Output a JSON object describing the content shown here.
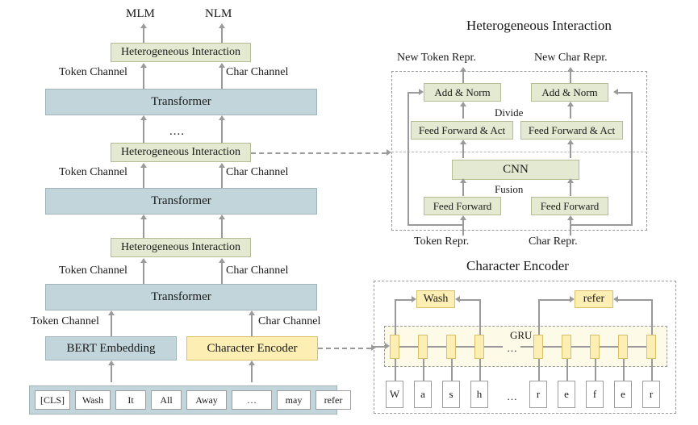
{
  "figure": {
    "type": "diagram",
    "description": "Model architecture diagram with a main stacked encoder on the left and two detail panels on the right"
  },
  "colors": {
    "transformer_fill": "#c2d5db",
    "interaction_fill": "#e3ead1",
    "char_fill": "#fdeeb3",
    "gru_panel_fill": "#fdfbe8",
    "line": "#9a9a9a",
    "text": "#1a1a1a"
  },
  "main": {
    "outputs": {
      "left": "MLM",
      "right": "NLM"
    },
    "channel_left": "Token Channel",
    "channel_right": "Char Channel",
    "interaction_label": "Heterogeneous Interaction",
    "transformer_label": "Transformer",
    "ellipsis": "....",
    "bert_label": "BERT Embedding",
    "char_encoder_label": "Character Encoder",
    "tokens": [
      "[CLS]",
      "Wash",
      "It",
      "All",
      "Away",
      "…",
      "may",
      "refer"
    ]
  },
  "interaction_panel": {
    "title": "Heterogeneous Interaction",
    "top_left": "New Token Repr.",
    "top_right": "New Char Repr.",
    "add_norm": "Add & Norm",
    "divide": "Divide",
    "ffa": "Feed Forward & Act",
    "cnn": "CNN",
    "fusion": "Fusion",
    "ff": "Feed Forward",
    "bottom_left": "Token Repr.",
    "bottom_right": "Char Repr."
  },
  "char_encoder_panel": {
    "title": "Character Encoder",
    "gru_label": "GRU",
    "word_left": "Wash",
    "word_right": "refer",
    "ellipsis": "…",
    "chars_left": [
      "W",
      "a",
      "s",
      "h"
    ],
    "chars_right": [
      "r",
      "e",
      "f",
      "e",
      "r"
    ]
  }
}
